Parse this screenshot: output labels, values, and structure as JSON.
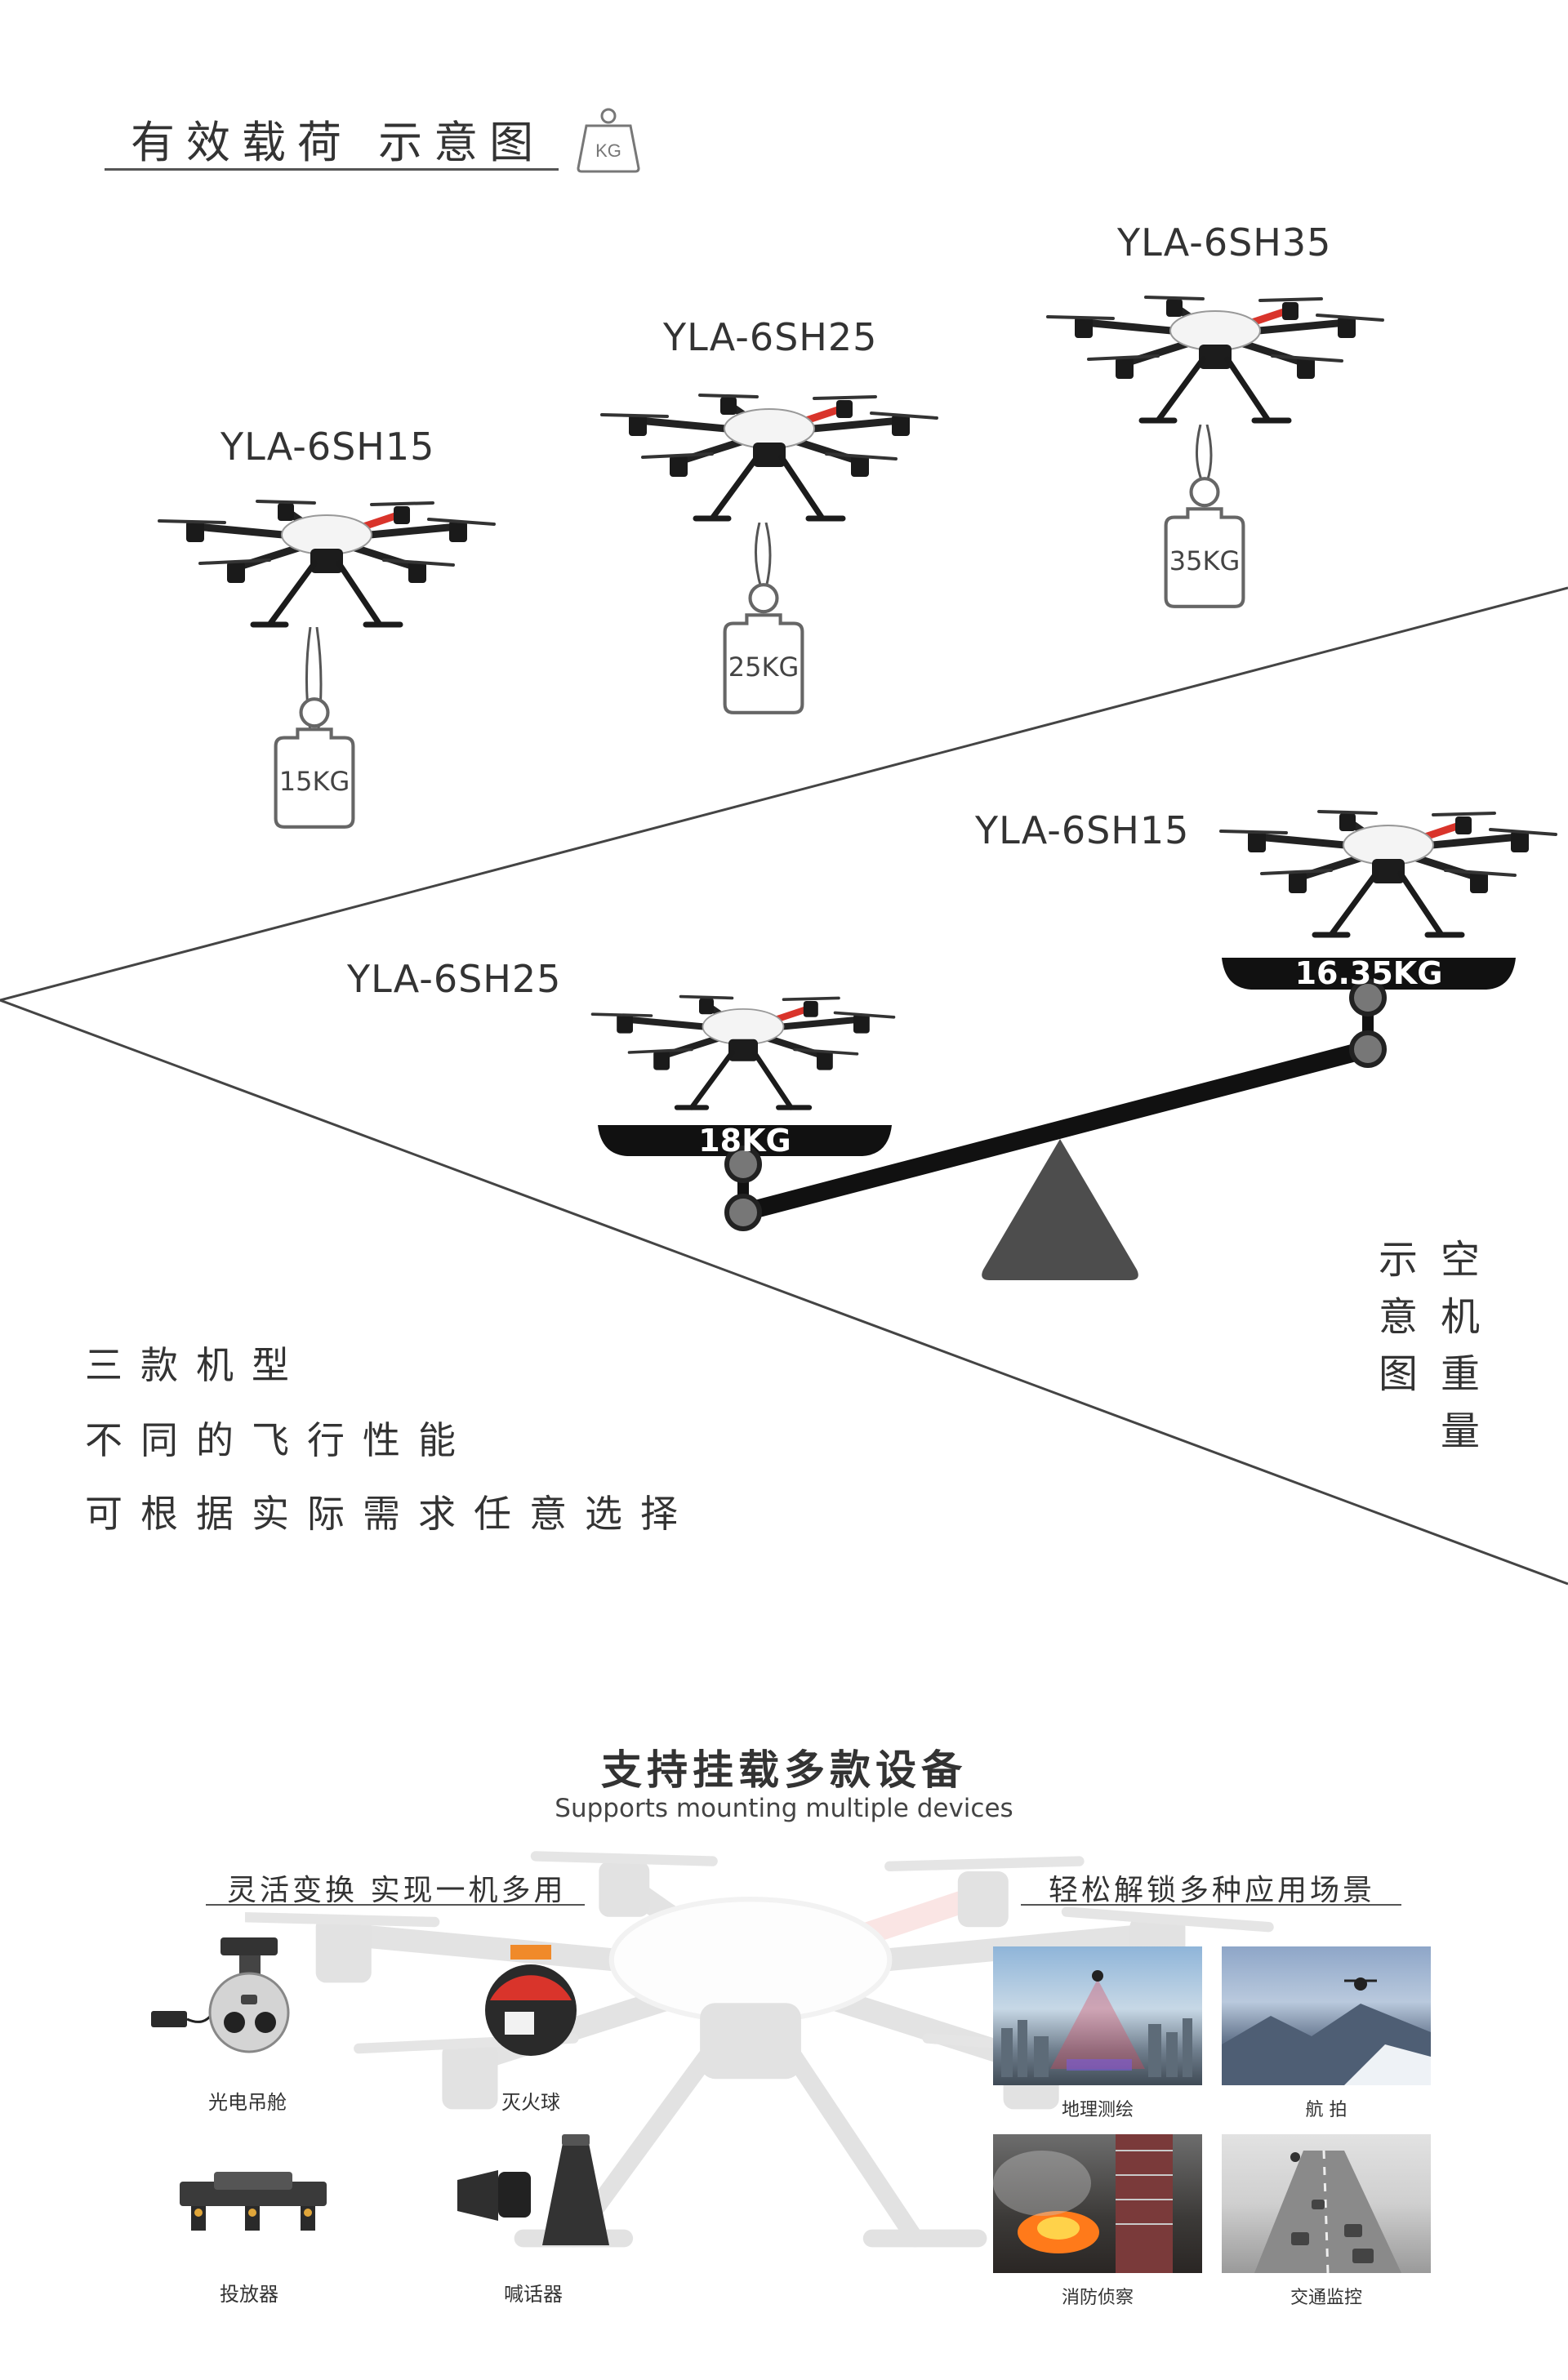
{
  "header": {
    "title": "有效载荷 示意图",
    "icon_text": "KG"
  },
  "payload_models": [
    {
      "model": "YLA-6SH15",
      "weight": "15KG"
    },
    {
      "model": "YLA-6SH25",
      "weight": "25KG"
    },
    {
      "model": "YLA-6SH35",
      "weight": "35KG"
    }
  ],
  "empty_weight": {
    "left_model": "YLA-6SH25",
    "left_weight": "18KG",
    "right_model": "YLA-6SH15",
    "right_weight": "16.35KG",
    "vertical_col1": [
      "空",
      "机",
      "重",
      "量"
    ],
    "vertical_col2": [
      "示",
      "意",
      "图"
    ]
  },
  "features": [
    "三款机型",
    "不同的飞行性能",
    "可根据实际需求任意选择"
  ],
  "mounting": {
    "title": "支持挂载多款设备",
    "subtitle": "Supports mounting multiple devices",
    "left_heading": "灵活变换 实现一机多用",
    "right_heading": "轻松解锁多种应用场景",
    "devices": [
      {
        "label": "光电吊舱",
        "icon": "gimbal-camera-icon"
      },
      {
        "label": "灭火球",
        "icon": "fire-extinguisher-ball-icon"
      },
      {
        "label": "投放器",
        "icon": "dropper-icon"
      },
      {
        "label": "喊话器",
        "icon": "loudspeaker-icon"
      }
    ],
    "scenes": [
      {
        "label": "地理测绘"
      },
      {
        "label": "航  拍"
      },
      {
        "label": "消防侦察"
      },
      {
        "label": "交通监控"
      }
    ]
  },
  "colors": {
    "text": "#333333",
    "beam": "#111111",
    "fulcrum": "#4d4d4d",
    "arm_accent": "#d9342b"
  }
}
